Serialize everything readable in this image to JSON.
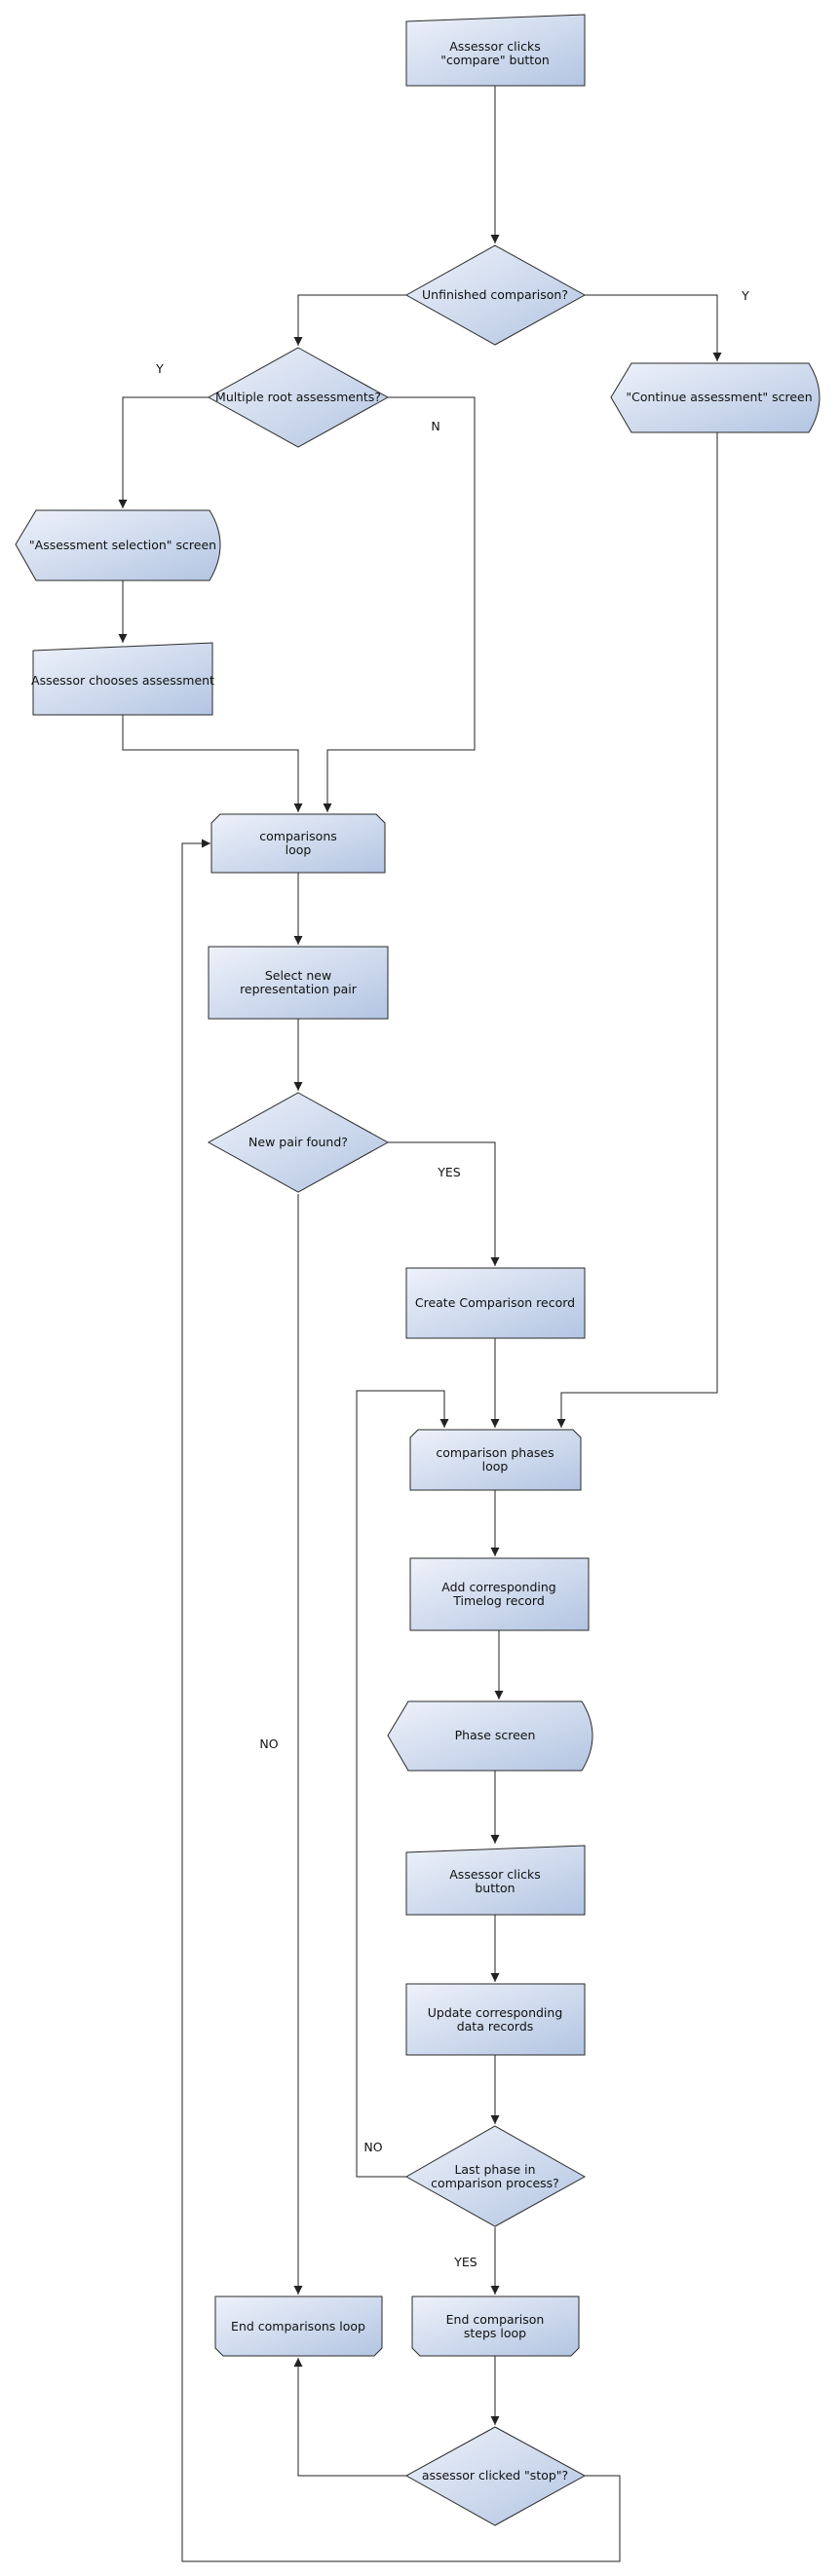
{
  "colors": {
    "node_fill_start": "#eef2fa",
    "node_fill_end": "#b3c5e2",
    "node_stroke": "#2a2a2a",
    "line": "#222222",
    "background": "#ffffff"
  },
  "nodes": {
    "assessor_clicks_compare": {
      "lines": [
        "Assessor clicks",
        "\"compare\" button"
      ],
      "shape": "manual-input"
    },
    "unfinished_comparison": {
      "lines": [
        "Unfinished comparison?"
      ],
      "shape": "decision"
    },
    "continue_assessment_screen": {
      "lines": [
        "\"Continue assessment\" screen"
      ],
      "shape": "display"
    },
    "multiple_root_assessments": {
      "lines": [
        "Multiple root assessments?"
      ],
      "shape": "decision"
    },
    "assessment_selection_screen": {
      "lines": [
        "\"Assessment selection\" screen"
      ],
      "shape": "display"
    },
    "assessor_chooses_assessment": {
      "lines": [
        "Assessor chooses assessment"
      ],
      "shape": "manual-input"
    },
    "comparisons_loop": {
      "lines": [
        "comparisons",
        "loop"
      ],
      "shape": "loop-start"
    },
    "select_new_pair": {
      "lines": [
        "Select new",
        "representation pair"
      ],
      "shape": "process"
    },
    "new_pair_found": {
      "lines": [
        "New pair found?"
      ],
      "shape": "decision"
    },
    "create_comparison_record": {
      "lines": [
        "Create Comparison record"
      ],
      "shape": "process"
    },
    "comparison_phases_loop": {
      "lines": [
        "comparison phases",
        "loop"
      ],
      "shape": "loop-start"
    },
    "add_timelog_record": {
      "lines": [
        "Add corresponding",
        "Timelog record"
      ],
      "shape": "process"
    },
    "phase_screen": {
      "lines": [
        "Phase screen"
      ],
      "shape": "display"
    },
    "assessor_clicks_button": {
      "lines": [
        "Assessor clicks",
        "button"
      ],
      "shape": "manual-input"
    },
    "update_data_records": {
      "lines": [
        "Update corresponding",
        "data records"
      ],
      "shape": "process"
    },
    "last_phase": {
      "lines": [
        "Last phase in",
        "comparison process?"
      ],
      "shape": "decision"
    },
    "end_comparisons_loop": {
      "lines": [
        "End comparisons loop"
      ],
      "shape": "loop-end"
    },
    "end_comparison_steps_loop": {
      "lines": [
        "End comparison",
        "steps loop"
      ],
      "shape": "loop-end"
    },
    "assessor_clicked_stop": {
      "lines": [
        "assessor clicked \"stop\"?"
      ],
      "shape": "decision"
    }
  },
  "edge_labels": {
    "unfinished_yes": "Y",
    "multiple_yes": "Y",
    "multiple_no": "N",
    "pair_found_yes": "YES",
    "pair_found_no": "NO",
    "last_phase_no": "NO",
    "last_phase_yes": "YES"
  }
}
